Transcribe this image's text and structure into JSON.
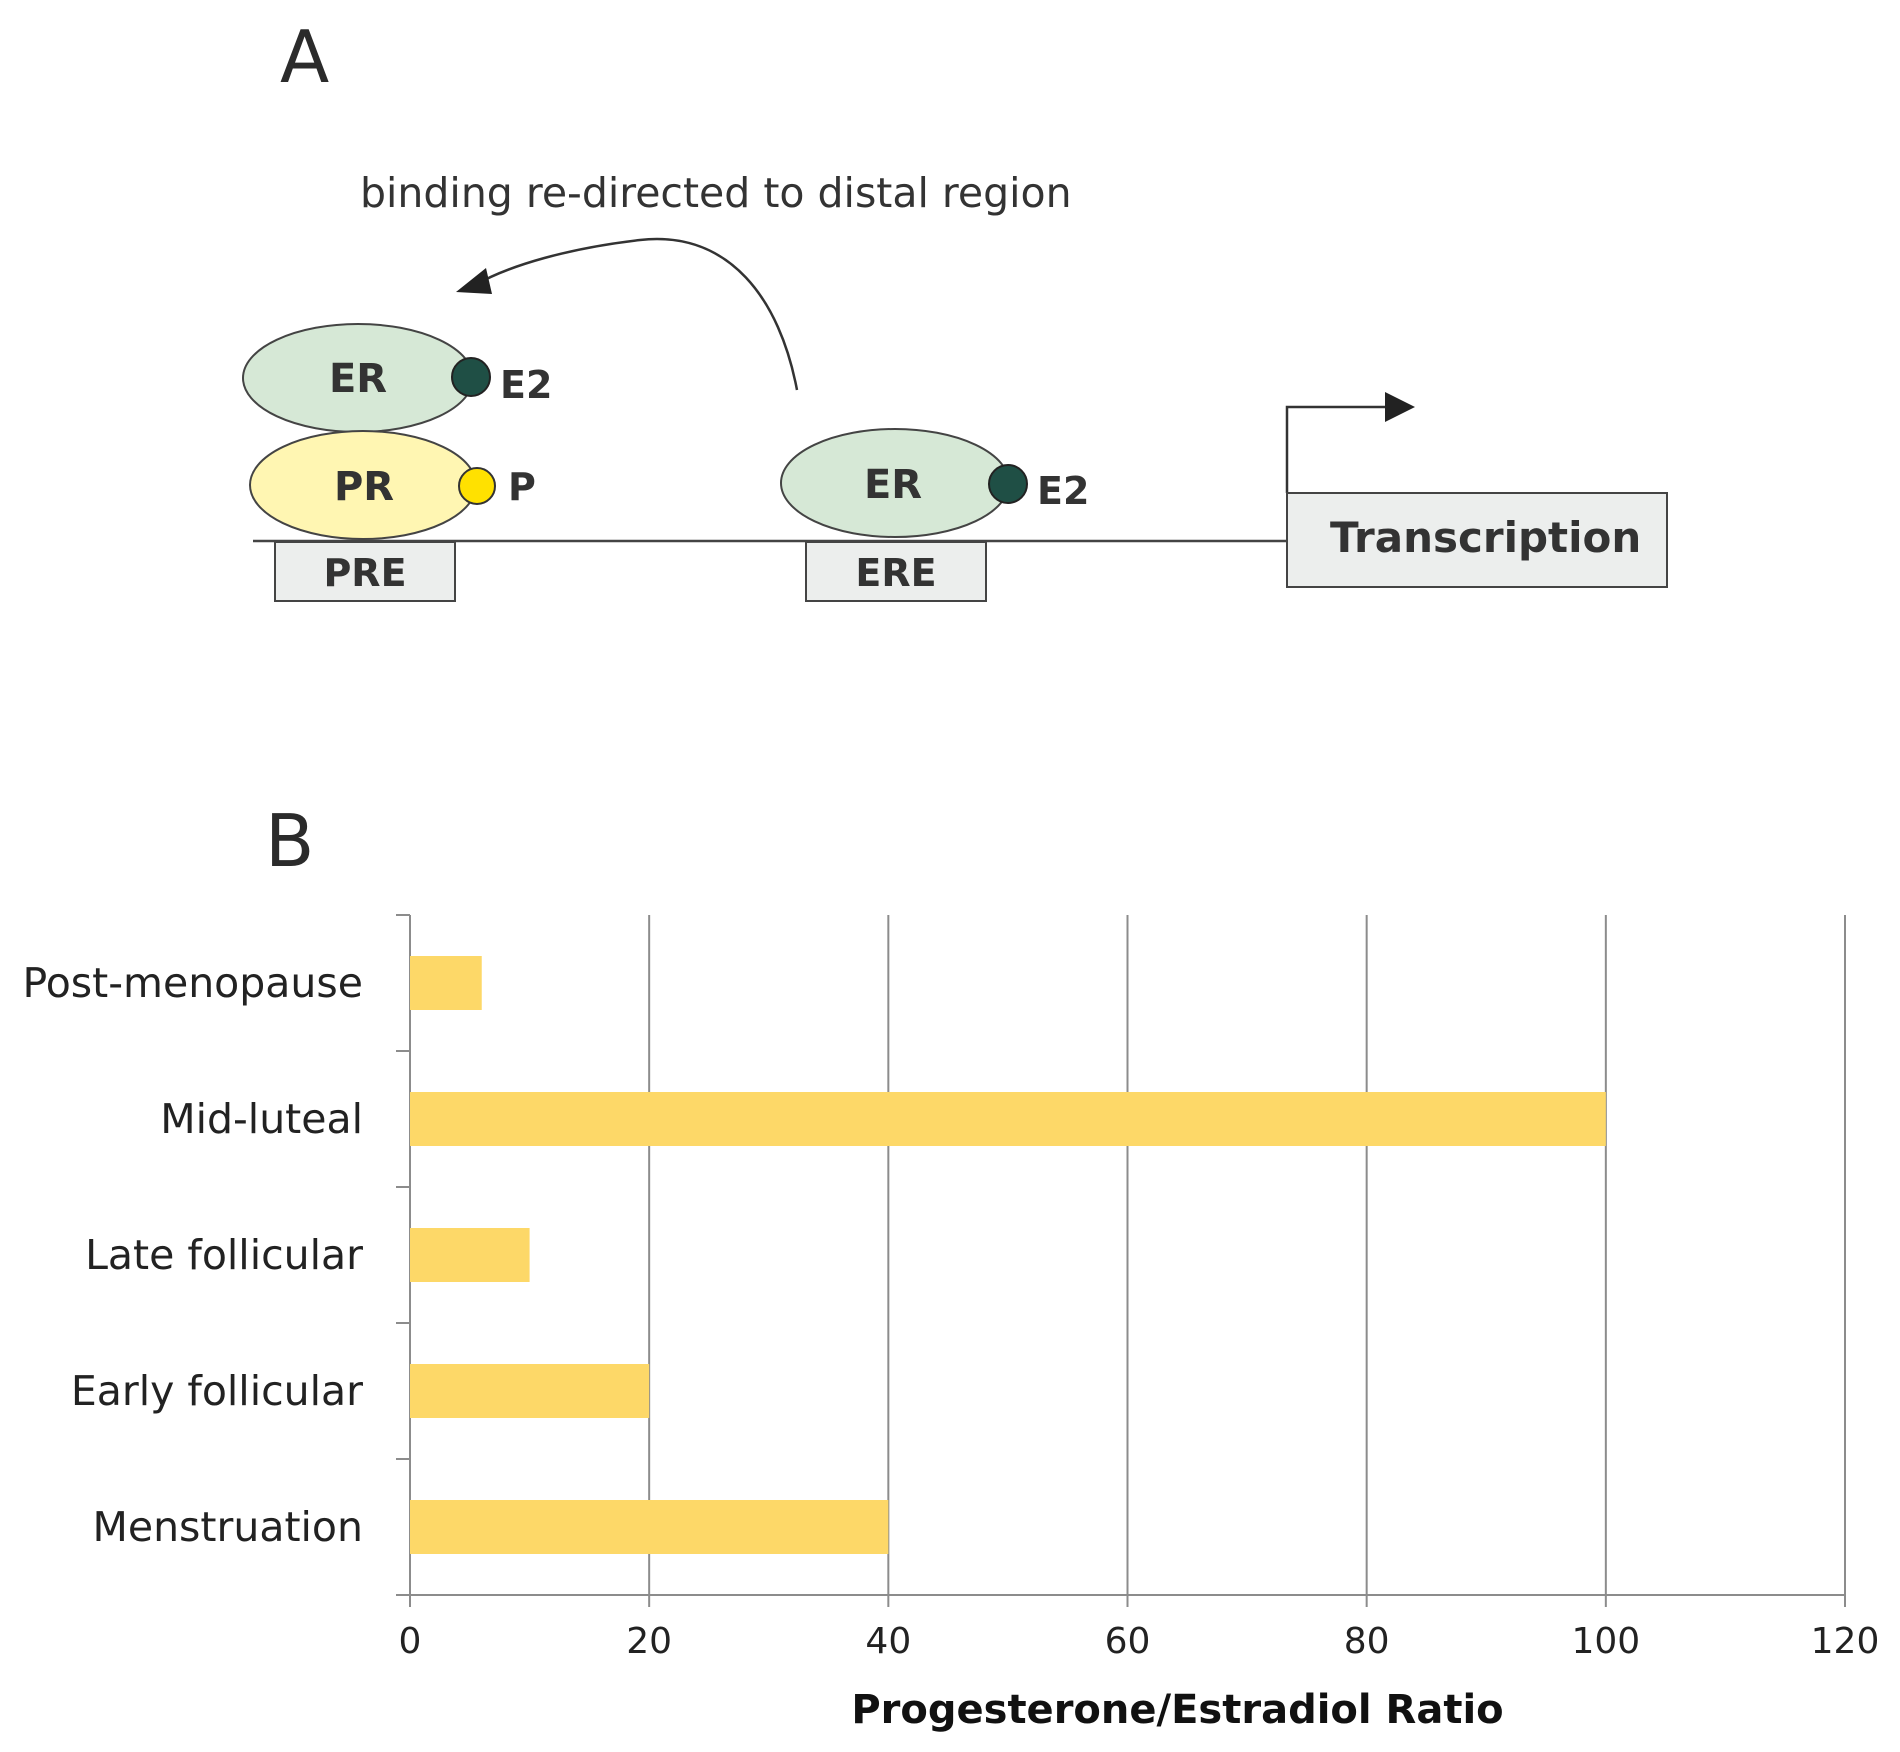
{
  "panel_a": {
    "letter": "A",
    "caption": "binding re-directed to distal region",
    "left_complex": {
      "er_label": "ER",
      "e2_label": "E2",
      "pr_label": "PR",
      "p_label": "P",
      "element_label": "PRE"
    },
    "middle_complex": {
      "er_label": "ER",
      "e2_label": "E2",
      "element_label": "ERE"
    },
    "transcription_label": "Transcription"
  },
  "panel_b": {
    "letter": "B"
  },
  "chart_data": {
    "type": "bar",
    "orientation": "horizontal",
    "categories": [
      "Post-menopause",
      "Mid-luteal",
      "Late follicular",
      "Early follicular",
      "Menstruation"
    ],
    "values": [
      6,
      100,
      10,
      20,
      40
    ],
    "xlabel": "Progesterone/Estradiol Ratio",
    "ylabel": "",
    "xlim": [
      0,
      120
    ],
    "xticks": [
      0,
      20,
      40,
      60,
      80,
      100,
      120
    ],
    "grid": "vertical",
    "bar_color": "#fdd868"
  },
  "colors": {
    "er_fill": "#d6e8d6",
    "pr_fill": "#fff6b2",
    "e2_dot": "#1f4f45",
    "p_dot": "#ffe100",
    "box_fill": "#eceeed"
  }
}
